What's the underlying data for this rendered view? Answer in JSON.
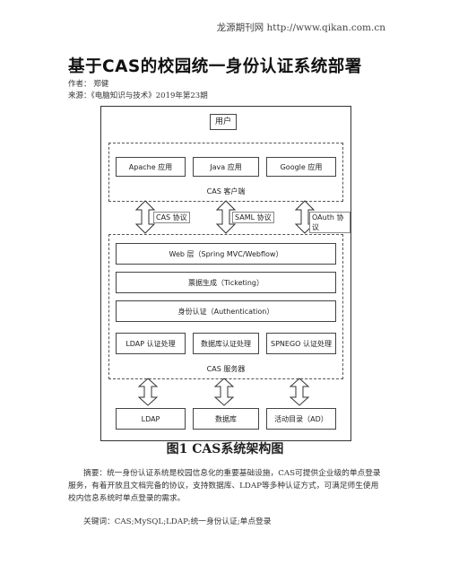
{
  "header": {
    "site": "龙源期刊网 http://www.qikan.com.cn"
  },
  "article": {
    "title": "基于CAS的校园统一身份认证系统部署",
    "author": "作者：  郑健",
    "source": "来源：《电脑知识与技术》2019年第23期"
  },
  "diagram": {
    "user": "用户",
    "clients": [
      "Apache 应用",
      "Java 应用",
      "Google 应用"
    ],
    "client_caption": "CAS 客户端",
    "protocols": [
      "CAS 协议",
      "SAML 协议",
      "OAuth 协议"
    ],
    "layers": [
      "Web 层（Spring MVC/Webflow）",
      "票据生成（Ticketing）",
      "身份认证（Authentication）"
    ],
    "handlers": [
      "LDAP 认证处理",
      "数据库认证处理",
      "SPNEGO 认证处理"
    ],
    "server_caption": "CAS 服务器",
    "backends": [
      "LDAP",
      "数据库",
      "活动目录（AD）"
    ]
  },
  "figure_caption": "图1   CAS系统架构图",
  "abstract": "摘要：统一身份认证系统是校园信息化的重要基础设施，CAS可提供企业级的单点登录服务，有着开放且文档完备的协议，支持数据库、LDAP等多种认证方式，可满足师生使用校内信息系统时单点登录的需求。",
  "keywords": "关键词：CAS;MySQL;LDAP;统一身份认证;单点登录",
  "colors": {
    "arrow_fill": "#ffffff",
    "arrow_stroke": "#333333",
    "border": "#333333"
  }
}
